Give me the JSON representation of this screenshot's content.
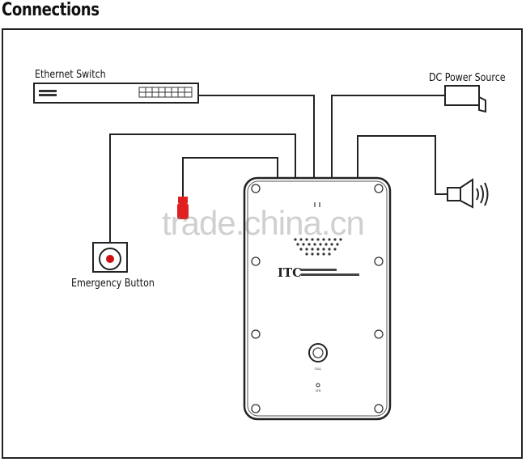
{
  "title": "Connections",
  "labels": {
    "ethernet_switch": "Ethernet Switch",
    "dc_power_source": "DC Power Source",
    "emergency_button": "Emergency Button"
  },
  "panel": {
    "brand": "ITC",
    "call_label": "CALL",
    "led_label": "LED"
  },
  "watermark": "trade.china.cn",
  "colors": {
    "line": "#222222",
    "led": "#e02020",
    "button_red": "#d01010"
  }
}
